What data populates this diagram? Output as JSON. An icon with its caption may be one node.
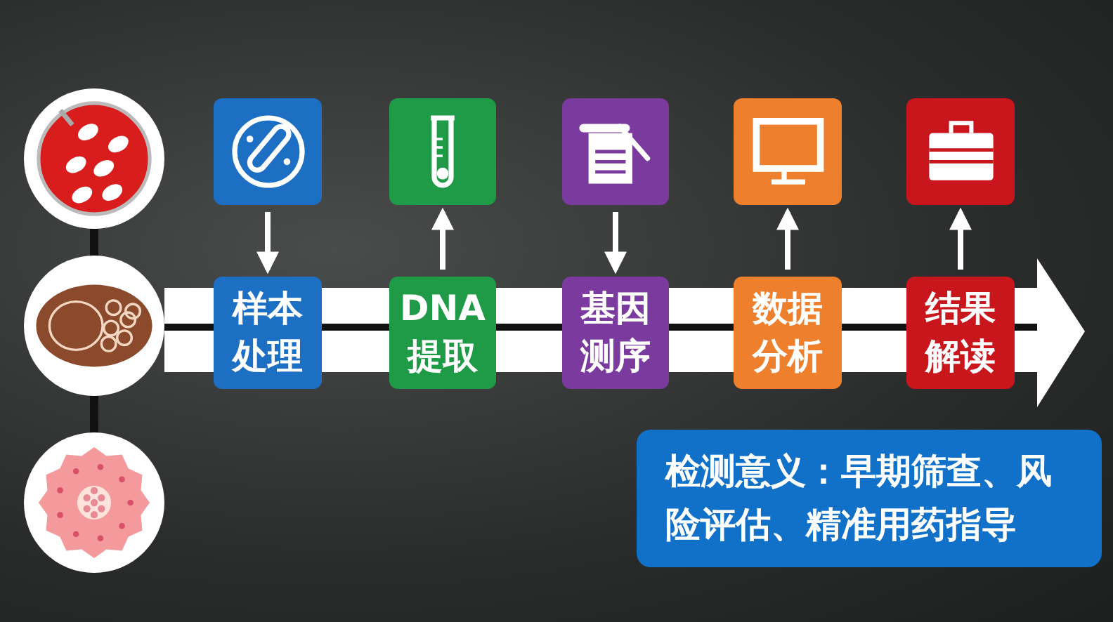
{
  "diagram": {
    "nodes": [
      {
        "text": [],
        "shape": "picture"
      },
      {
        "text": [],
        "shape": "picture"
      },
      {
        "text": [],
        "shape": "picture"
      },
      {
        "text": [],
        "shape": "picture"
      },
      {
        "text": [],
        "shape": "picture"
      },
      {
        "text": [],
        "shape": "picture"
      },
      {
        "text": [],
        "shape": "picture"
      },
      {
        "text": [],
        "shape": "picture"
      },
      {
        "text": [
          "样本处理"
        ]
      },
      {
        "text": [
          "DNA提取"
        ]
      },
      {
        "text": [
          "基因测序"
        ]
      },
      {
        "text": [
          "数据分析"
        ]
      },
      {
        "text": [
          "结果解读"
        ]
      },
      {
        "text": [
          "检测意义：早期筛查、风险评估、精准用药指导"
        ]
      }
    ],
    "edges": [
      {
        "from": 0,
        "to": 1,
        "arrow": "none",
        "color": "#111111"
      },
      {
        "from": 1,
        "to": 2,
        "arrow": "none",
        "color": "#111111"
      },
      {
        "from": 3,
        "to": 8,
        "arrow": "to"
      },
      {
        "from": 9,
        "to": 4,
        "arrow": "to"
      },
      {
        "from": 5,
        "to": 10,
        "arrow": "to"
      },
      {
        "from": 11,
        "to": 6,
        "arrow": "to"
      },
      {
        "from": 12,
        "to": 7,
        "arrow": "to"
      }
    ]
  }
}
